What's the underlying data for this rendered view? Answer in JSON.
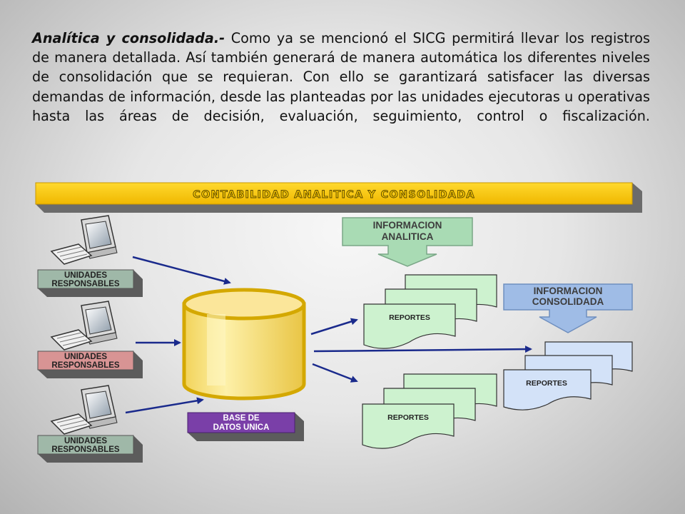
{
  "paragraph": {
    "lead": "Analítica y consolidada.-",
    "body": " Como ya se mencionó el SICG permitirá llevar los registros de manera detallada. Así también generará de manera automática los diferentes niveles de consolidación que se requieran. Con ello se garantizará satisfacer las diversas demandas de información, desde las planteadas por las unidades ejecutoras u operativas hasta las áreas de decisión, evaluación, seguimiento, control o fiscalización."
  },
  "diagram": {
    "banner": "CONTABILIDAD ANALITICA Y CONSOLIDADA",
    "units": [
      {
        "line1": "UNIDADES",
        "line2": "RESPONSABLES",
        "color": "#9fb8a8"
      },
      {
        "line1": "UNIDADES",
        "line2": "RESPONSABLES",
        "color": "#d89494"
      },
      {
        "line1": "UNIDADES",
        "line2": "RESPONSABLES",
        "color": "#9fb8a8"
      }
    ],
    "database": {
      "line1": "BASE DE",
      "line2": "DATOS UNICA",
      "color": "#7a3fa8"
    },
    "analitica": {
      "line1": "INFORMACION",
      "line2": "ANALITICA",
      "color": "#a9dbb4"
    },
    "consolidada": {
      "line1": "INFORMACION",
      "line2": "CONSOLIDADA",
      "color": "#9fbce6"
    },
    "reports": [
      "REPORTES",
      "REPORTES",
      "REPORTES"
    ],
    "icons": [
      "computer-icon",
      "computer-icon",
      "computer-icon",
      "database-cylinder-icon"
    ],
    "colors": {
      "banner": "#f5c400",
      "cylinder": "#f5e07a",
      "arrow": "#1a2a8c",
      "report_green": "#cdf2cf",
      "report_blue": "#d3e2f8"
    }
  }
}
